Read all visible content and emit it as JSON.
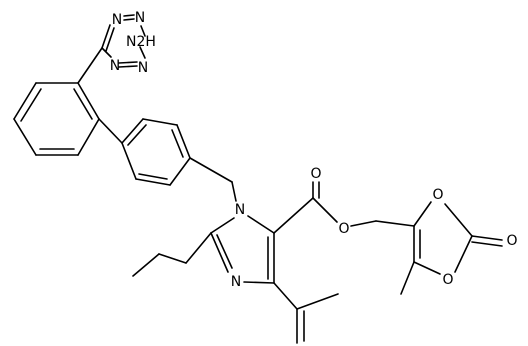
{
  "diagram": {
    "kind": "chemical-structure",
    "atom_labels": {
      "tetrazole_N_top_left": "N",
      "tetrazole_N_top_right": "N",
      "tetrazole_NH": "2H",
      "tetrazole_N_right": "N",
      "tetrazole_N_left": "N",
      "imidazole_N1": "N",
      "imidazole_N3": "N",
      "ester_carbonyl_O": "O",
      "ester_O": "O",
      "dioxole_O_top": "O",
      "dioxole_O_bottom": "O",
      "dioxolone_carbonyl_O": "O"
    },
    "colors": {
      "line": "#000000",
      "background": "#ffffff"
    }
  }
}
